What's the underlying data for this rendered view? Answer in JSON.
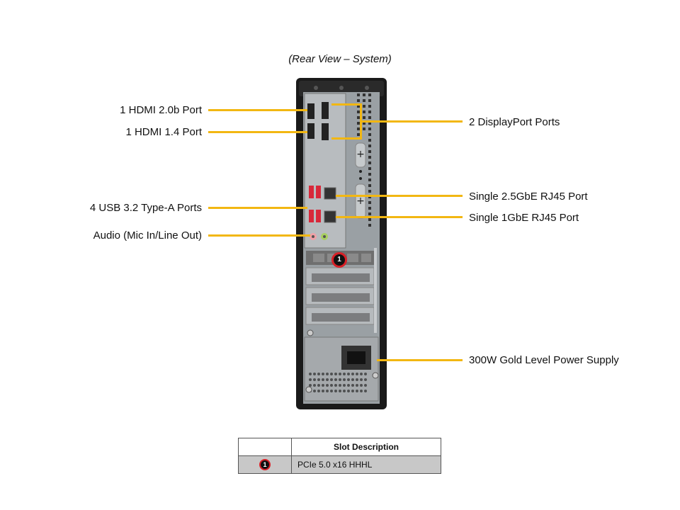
{
  "title": "(Rear View – System)",
  "callouts": {
    "left": [
      {
        "id": "hdmi-20b",
        "label": "1 HDMI 2.0b Port"
      },
      {
        "id": "hdmi-14",
        "label": "1 HDMI 1.4 Port"
      },
      {
        "id": "usb",
        "label": "4 USB 3.2 Type-A Ports"
      },
      {
        "id": "audio",
        "label": "Audio (Mic In/Line Out)"
      }
    ],
    "right": [
      {
        "id": "displayport",
        "label": "2 DisplayPort Ports"
      },
      {
        "id": "lan-25g",
        "label": "Single 2.5GbE RJ45 Port"
      },
      {
        "id": "lan-1g",
        "label": "Single 1GbE RJ45 Port"
      },
      {
        "id": "psu",
        "label": "300W Gold Level Power Supply"
      }
    ]
  },
  "slot_marker": "1",
  "slot_table": {
    "headers": [
      "",
      "Slot Description"
    ],
    "rows": [
      {
        "marker": "1",
        "description": "PCIe 5.0 x16 HHHL"
      }
    ]
  },
  "colors": {
    "callout_line": "#f2b712",
    "marker_ring": "#d81f26",
    "usb_red": "#d8283a",
    "audio_pink": "#f0a0a8",
    "audio_green": "#a8d060"
  }
}
